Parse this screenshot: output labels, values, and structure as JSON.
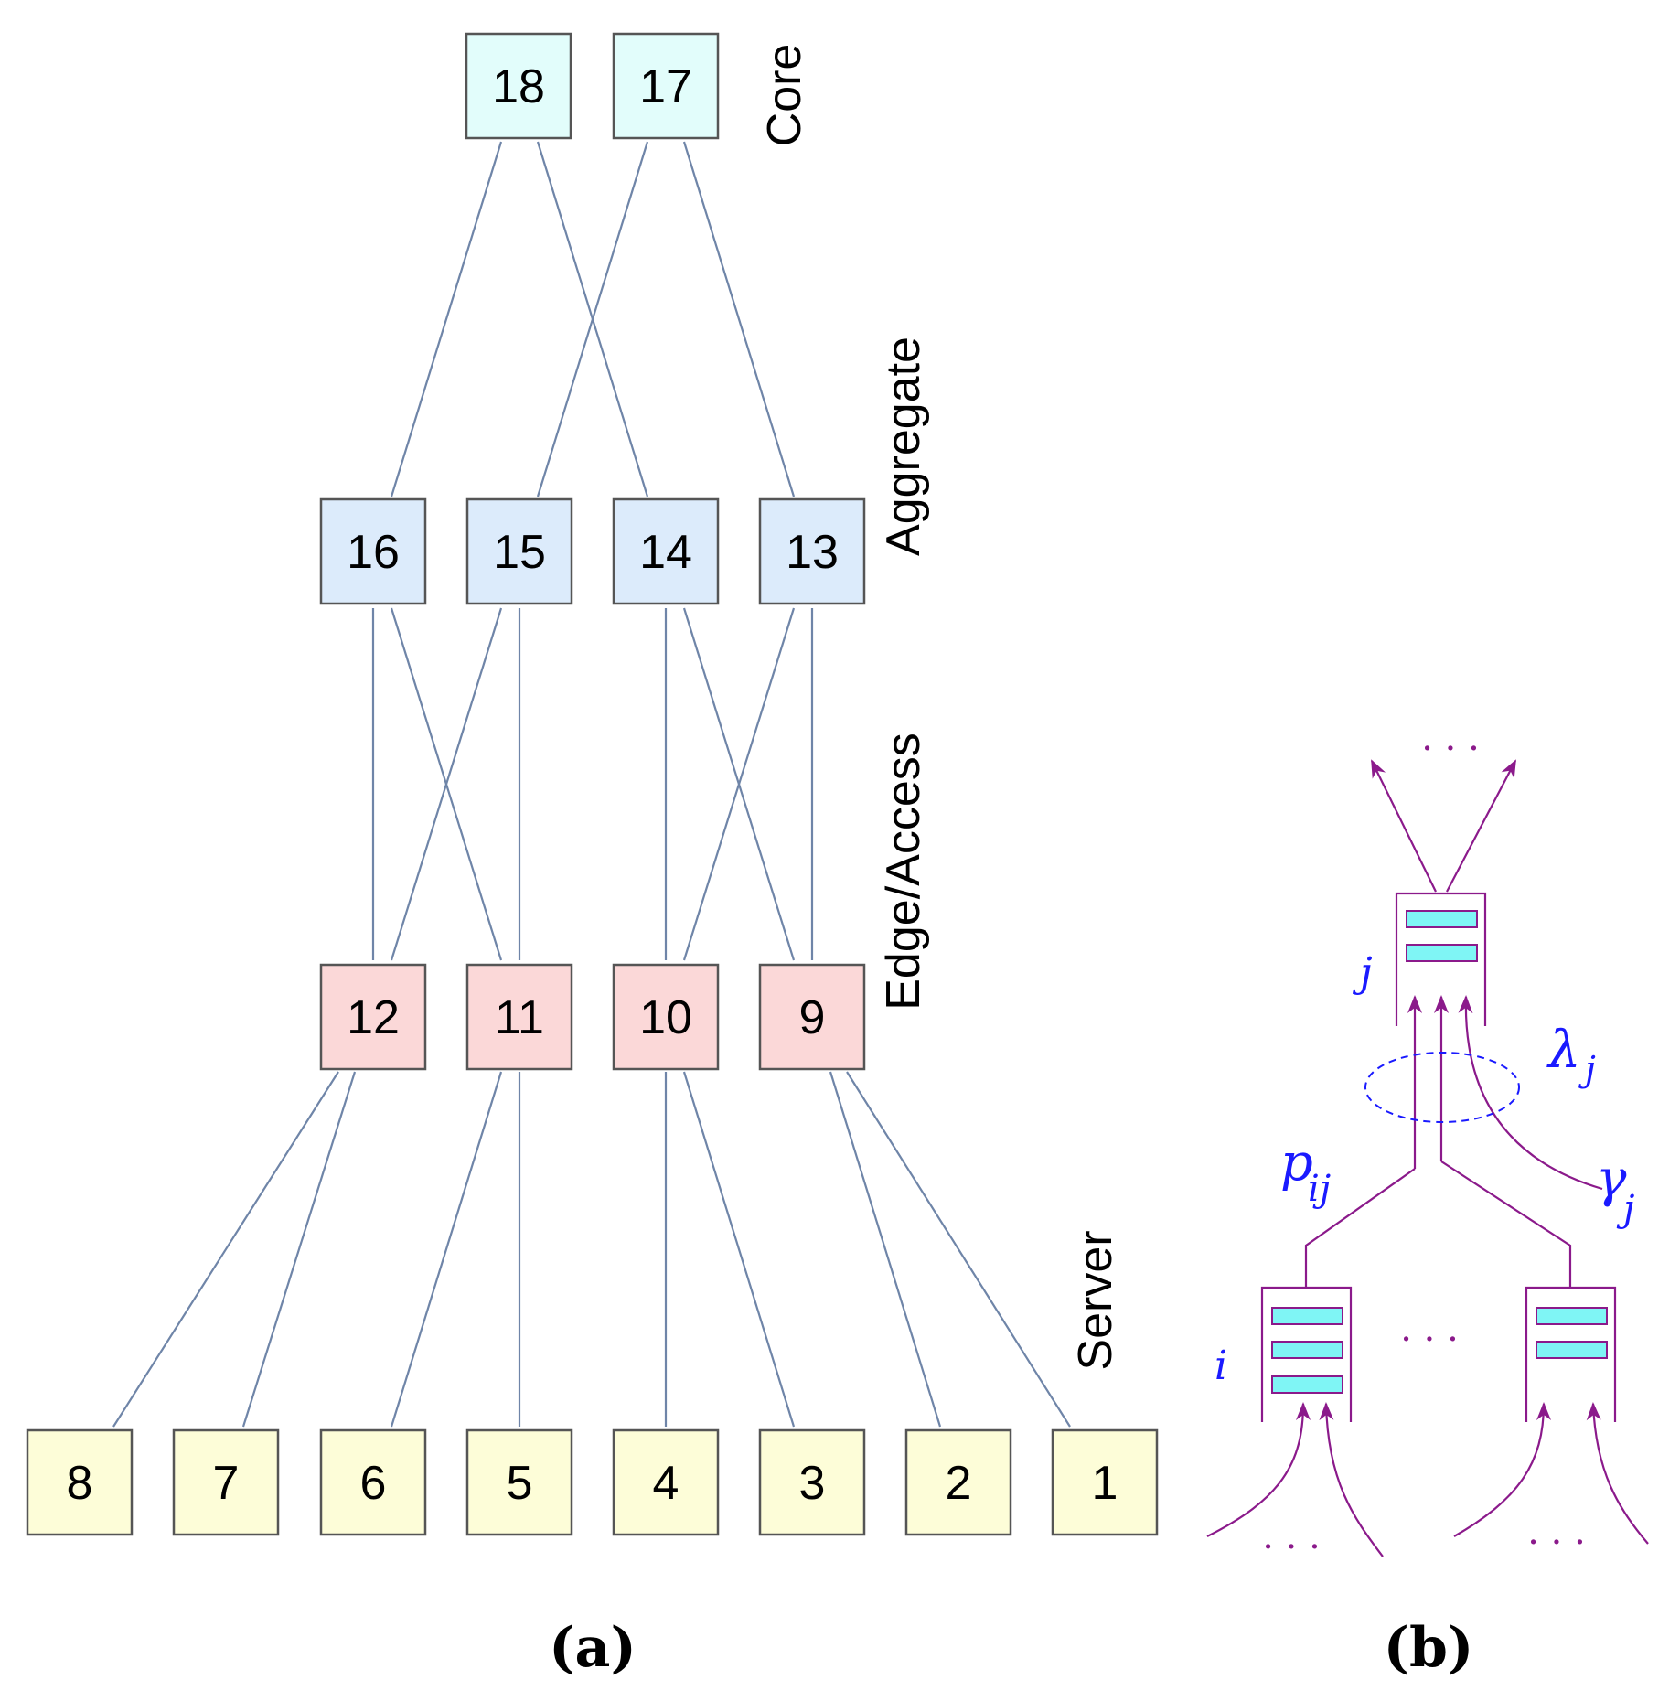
{
  "panel_a": {
    "caption": "(a)",
    "tiers": {
      "core": "Core",
      "aggregate": "Aggregate",
      "edge": "Edge/Access",
      "server": "Server"
    },
    "core_nodes": [
      "18",
      "17"
    ],
    "aggregate_nodes": [
      "16",
      "15",
      "14",
      "13"
    ],
    "edge_nodes": [
      "12",
      "11",
      "10",
      "9"
    ],
    "server_nodes": [
      "8",
      "7",
      "6",
      "5",
      "4",
      "3",
      "2",
      "1"
    ],
    "colors": {
      "core": "#e2fdfb",
      "aggregate": "#dcebfb",
      "edge": "#fbd8d8",
      "server": "#fdfdd8",
      "link": "#6f85a8",
      "border": "#555555"
    }
  },
  "panel_b": {
    "caption": "(b)",
    "label_j": "j",
    "label_i": "i",
    "label_lambda": "λ",
    "label_lambda_sub": "j",
    "label_p": "p",
    "label_p_sub": "ij",
    "label_gamma": "γ",
    "label_gamma_sub": "j",
    "ellipsis_top": "· · ·",
    "ellipsis_middle": "· · ·",
    "ellipsis_bottom_left": "· · ·",
    "ellipsis_bottom_right": "· · ·",
    "colors": {
      "queue_outline": "#8b1a8b",
      "queue_slot": "#7ff5f5",
      "arrow": "#8b1a8b",
      "math_text": "#1a1aff",
      "ellipse": "#1a1aff"
    }
  }
}
